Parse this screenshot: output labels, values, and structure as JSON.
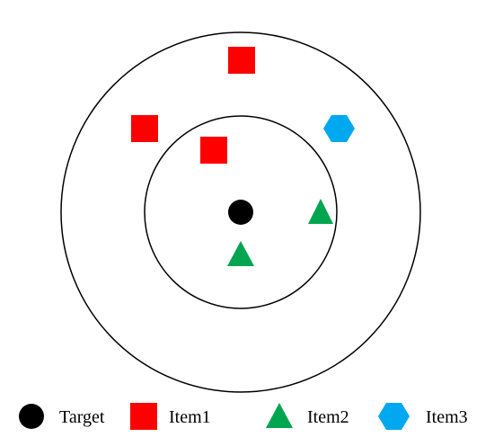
{
  "colors": {
    "target": "#000000",
    "item1": "#ff0000",
    "item2": "#00a550",
    "item3": "#00a8f0",
    "ring": "#000000"
  },
  "diagram": {
    "rings": [
      "outer-ring",
      "inner-ring"
    ],
    "markers": [
      {
        "kind": "target",
        "shape": "circle"
      },
      {
        "kind": "item1",
        "shape": "square"
      },
      {
        "kind": "item1",
        "shape": "square"
      },
      {
        "kind": "item1",
        "shape": "square"
      },
      {
        "kind": "item2",
        "shape": "triangle"
      },
      {
        "kind": "item2",
        "shape": "triangle"
      },
      {
        "kind": "item3",
        "shape": "hexagon"
      }
    ]
  },
  "legend": {
    "target_label": "Target",
    "item1_label": "Item1",
    "item2_label": "Item2",
    "item3_label": "Item3"
  }
}
